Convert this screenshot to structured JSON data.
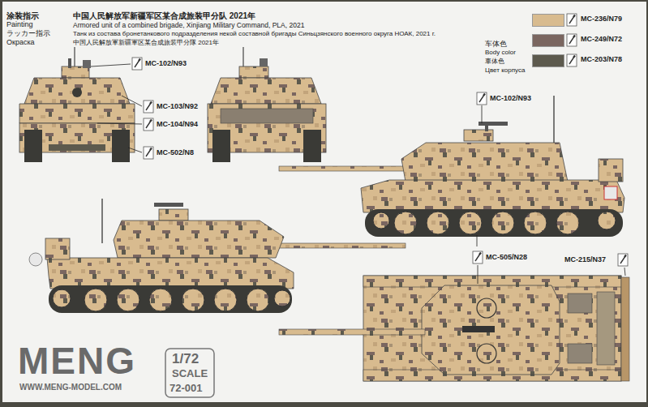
{
  "diagram": {
    "labels": [
      "涂装指示",
      "Painting",
      "ラッカー指示",
      "Окраска",
      "中国人民解放军新疆军区某合成旅装甲分队 2021年",
      "Armored unit of a combined brigade, Xinjiang Military Command, PLA, 2021",
      "Танк из состава бронетанкового подразделения некой составной бригады Синьцзянского военного округа НОАК, 2021 г.",
      "中国人民解放軍新疆軍区某合成旅装甲分隊 2021年",
      "车体色",
      "Body color",
      "車体色",
      "Цвет корпуса",
      "MC-102/N93",
      "MC-103/N92",
      "MC-104/N94",
      "MC-502/N8",
      "MC-102/N93",
      "MC-505/N28",
      "MC-215/N37",
      "MENG",
      "WWW.MENG-MODEL.COM",
      "1/72",
      "SCALE",
      "72-001"
    ],
    "legend": [
      {
        "text": "MC-236/N79",
        "color": "#d8bb8f"
      },
      {
        "text": "MC-249/N72",
        "color": "#7a6660"
      },
      {
        "text": "MC-203/N78",
        "color": "#5d5a4e"
      }
    ]
  }
}
